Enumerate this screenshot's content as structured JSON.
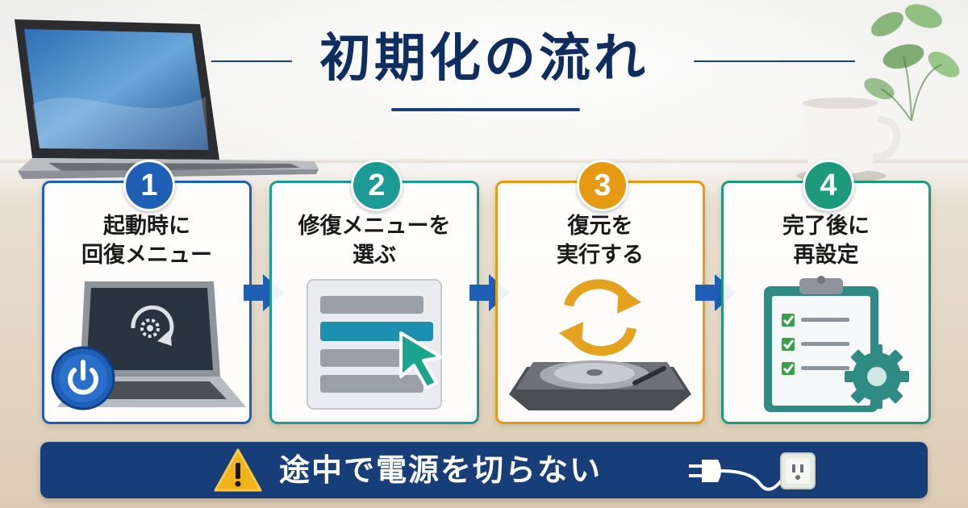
{
  "title": "初期化の流れ",
  "steps": [
    {
      "number": "1",
      "line1": "起動時に",
      "line2": "回復メニュー",
      "color": "#1f5fb5"
    },
    {
      "number": "2",
      "line1": "修復メニューを",
      "line2": "選ぶ",
      "color": "#1d9a96"
    },
    {
      "number": "3",
      "line1": "復元を",
      "line2": "実行する",
      "color": "#e59a12"
    },
    {
      "number": "4",
      "line1": "完了後に",
      "line2": "再設定",
      "color": "#1d9a7c"
    }
  ],
  "warning": {
    "text": "途中で電源を切らない",
    "bar_color": "#173e78"
  },
  "icons": {
    "step1": [
      "laptop-icon",
      "restart-gear-icon",
      "power-button-icon"
    ],
    "step2": [
      "menu-list-icon",
      "cursor-arrow-icon"
    ],
    "step3": [
      "sync-arrows-icon",
      "hard-drive-icon"
    ],
    "step4": [
      "clipboard-checklist-icon",
      "gear-icon"
    ],
    "warning": [
      "warning-triangle-icon",
      "power-plug-icon"
    ]
  }
}
